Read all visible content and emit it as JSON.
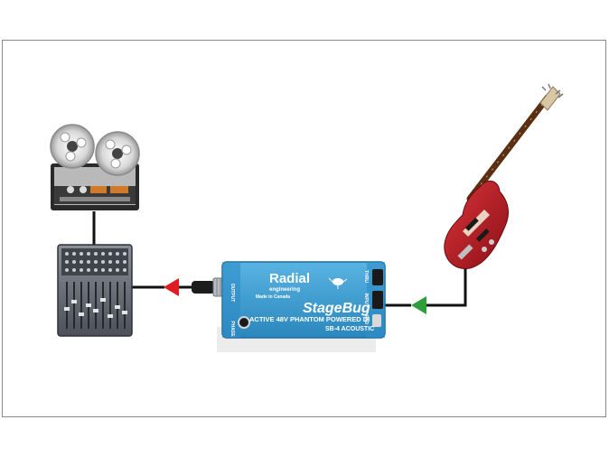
{
  "di_box": {
    "brand": "Radial",
    "brand_sub": "engineering",
    "tagline": "Made in Canada",
    "model": "StageBug",
    "description": "ACTIVE 48V PHANTOM POWERED DI",
    "model_code": "SB-4 ACOUSTIC",
    "jack_labels": {
      "output": "OUTPUT",
      "thru": "THRU",
      "input": "INPUT",
      "pad": "PAD",
      "phase": "PHASE"
    }
  },
  "colors": {
    "di_body": "#3d9fd3",
    "arrow_output": "#e01b22",
    "arrow_input": "#2e9e3a",
    "guitar_body": "#b3171e",
    "cable": "#111111"
  },
  "icons": [
    "reel-to-reel-tape-recorder",
    "audio-mixer",
    "xlr-connector",
    "di-box",
    "bass-guitar",
    "signal-arrow"
  ]
}
